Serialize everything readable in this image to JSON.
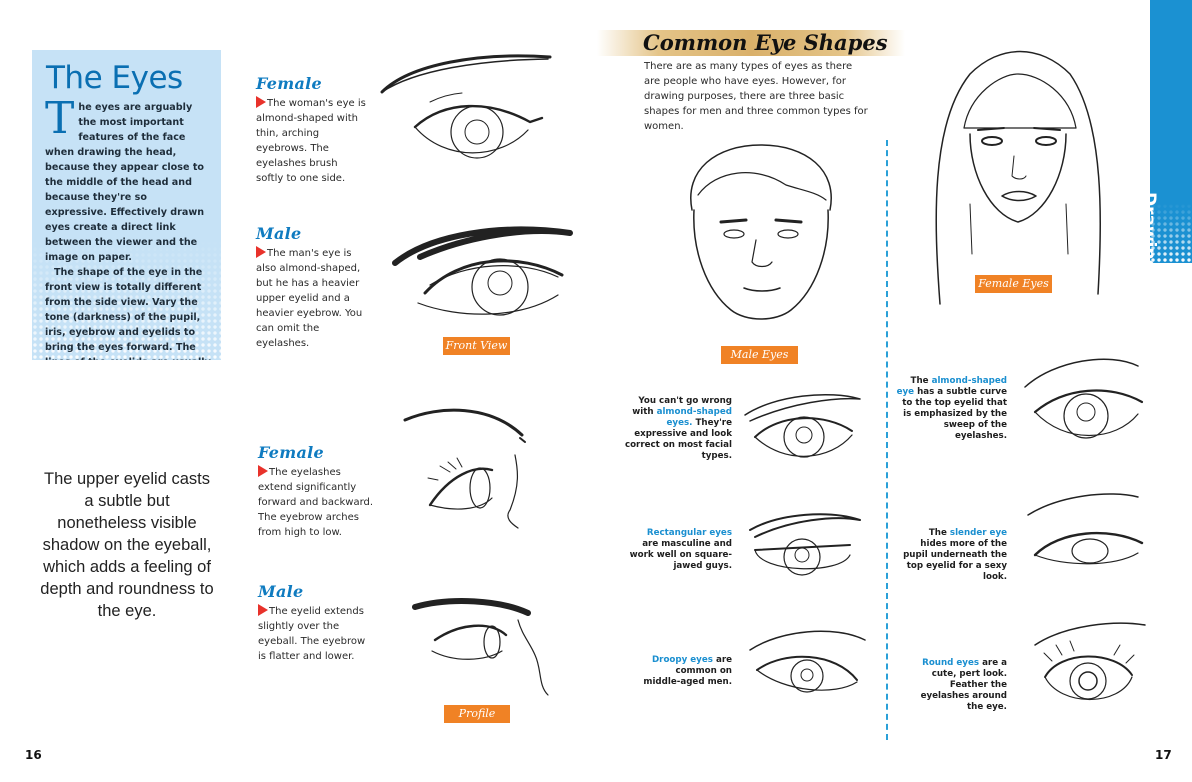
{
  "intro": {
    "title": "The Eyes",
    "dropcap": "T",
    "para1": "he eyes are arguably the most important features of the face when drawing the head, because they appear close to the middle of the head and because they're so expressive. Effectively drawn eyes create a direct link between the viewer and the image on paper.",
    "para2": "The shape of the eye in the front view is totally different from the side view. Vary the tone (darkness) of the pupil, iris, eyebrow and eyelids to bring the eyes forward. The lines of the eyelids are usually drawn darker than the other lines of the face."
  },
  "caption": "The upper eyelid casts a subtle but nonetheless visible shadow on the eyeball, which adds a feeling of depth and roundness to the eye.",
  "front_view": {
    "female": {
      "heading": "Female",
      "text": "The woman's eye is almond-shaped with thin, arching eyebrows. The eyelashes brush softly to one side."
    },
    "male": {
      "heading": "Male",
      "text": "The man's eye is also almond-shaped, but he has a heavier upper eyelid and a heavier eyebrow. You can omit the eyelashes."
    },
    "tag": "Front View"
  },
  "profile": {
    "female": {
      "heading": "Female",
      "text": "The eyelashes extend significantly forward and backward. The eyebrow arches from high to low."
    },
    "male": {
      "heading": "Male",
      "text": "The eyelid extends slightly over the eyeball. The eyebrow is flatter and lower."
    },
    "tag": "Profile"
  },
  "common": {
    "heading": "Common Eye Shapes",
    "intro": "There are as many types of eyes as there are people who have eyes. However, for drawing purposes, there are three basic shapes for men and three common types for women.",
    "male_tag": "Male Eyes",
    "female_tag": "Female Eyes"
  },
  "notes": {
    "almond_male": {
      "pre": "You can't go wrong with",
      "hl": "almond-shaped eyes.",
      "post": "They're expressive and look correct on most facial types."
    },
    "rect": {
      "hl": "Rectangular eyes",
      "post": "are masculine and work well on square-jawed guys."
    },
    "droopy": {
      "hl": "Droopy eyes",
      "post": "are common on middle-aged men."
    },
    "almond_female": {
      "pre": "The",
      "hl": "almond-shaped eye",
      "post": "has a subtle curve to the top eyelid that is emphasized by the sweep of the eyelashes."
    },
    "slender": {
      "pre": "The",
      "hl": "slender eye",
      "post": "hides more of the pupil underneath the top eyelid for a sexy look."
    },
    "round": {
      "hl": "Round eyes",
      "post": "are a cute, pert look. Feather the eyelashes around the eye."
    }
  },
  "side_tab": "Drawing the Head",
  "page_left": "16",
  "page_right": "17",
  "colors": {
    "accent_blue": "#0f7bc0",
    "tag_orange": "#f08225",
    "intro_bg": "#c6e2f6",
    "bullet_red": "#e8322b",
    "side_tab_blue": "#1b91d2"
  }
}
